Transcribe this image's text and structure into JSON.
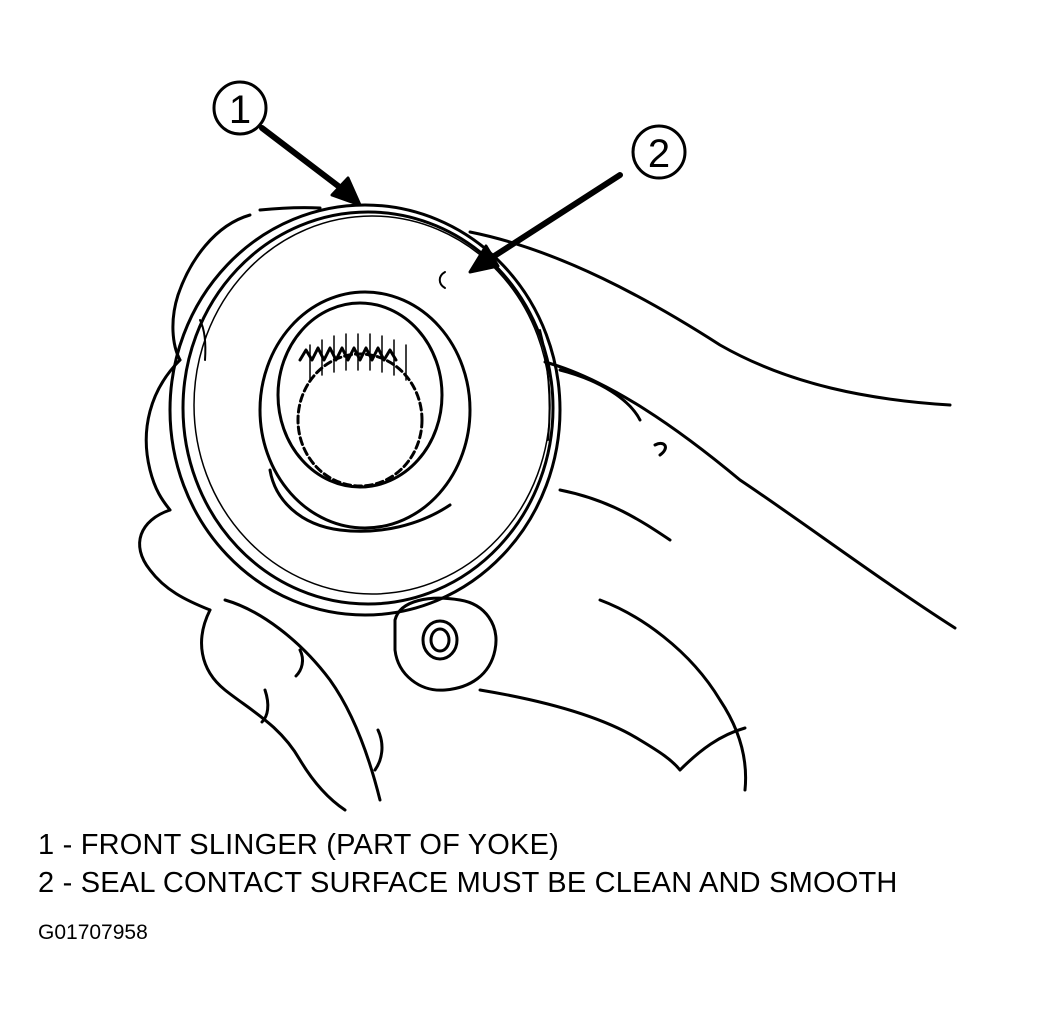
{
  "callouts": [
    {
      "number": "1",
      "text": "FRONT SLINGER (PART OF YOKE)"
    },
    {
      "number": "2",
      "text": "SEAL CONTACT SURFACE MUST BE CLEAN AND SMOOTH"
    }
  ],
  "legend": [
    "1 - FRONT SLINGER (PART OF YOKE)",
    "2 - SEAL CONTACT SURFACE MUST BE CLEAN AND SMOOTH"
  ],
  "figure_id": "G01707958"
}
